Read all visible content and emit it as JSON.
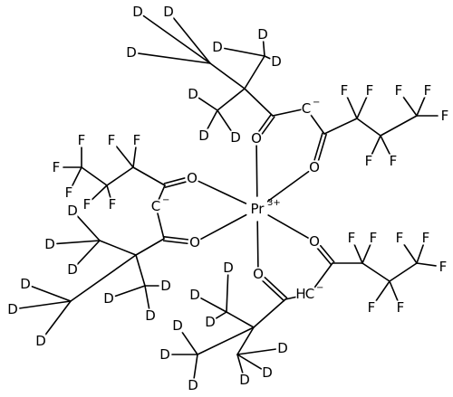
{
  "structure": {
    "metal": {
      "symbol": "Pr",
      "charge": "3+"
    },
    "anion_charge": "−",
    "ligand_count": 3
  },
  "atom_labels": {
    "deuterium": "D",
    "fluorine": "F",
    "oxygen": "O",
    "hydrogen": "H",
    "carbanion": "C"
  }
}
